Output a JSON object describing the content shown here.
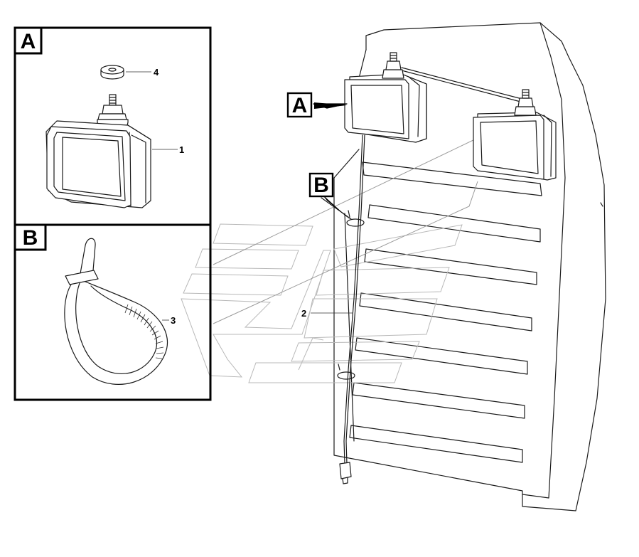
{
  "detail_labels": {
    "a": "A",
    "b": "B"
  },
  "callouts": {
    "a": "A",
    "b": "B"
  },
  "item_numbers": {
    "n1": "1",
    "n2": "2",
    "n3": "3",
    "n4": "4"
  }
}
